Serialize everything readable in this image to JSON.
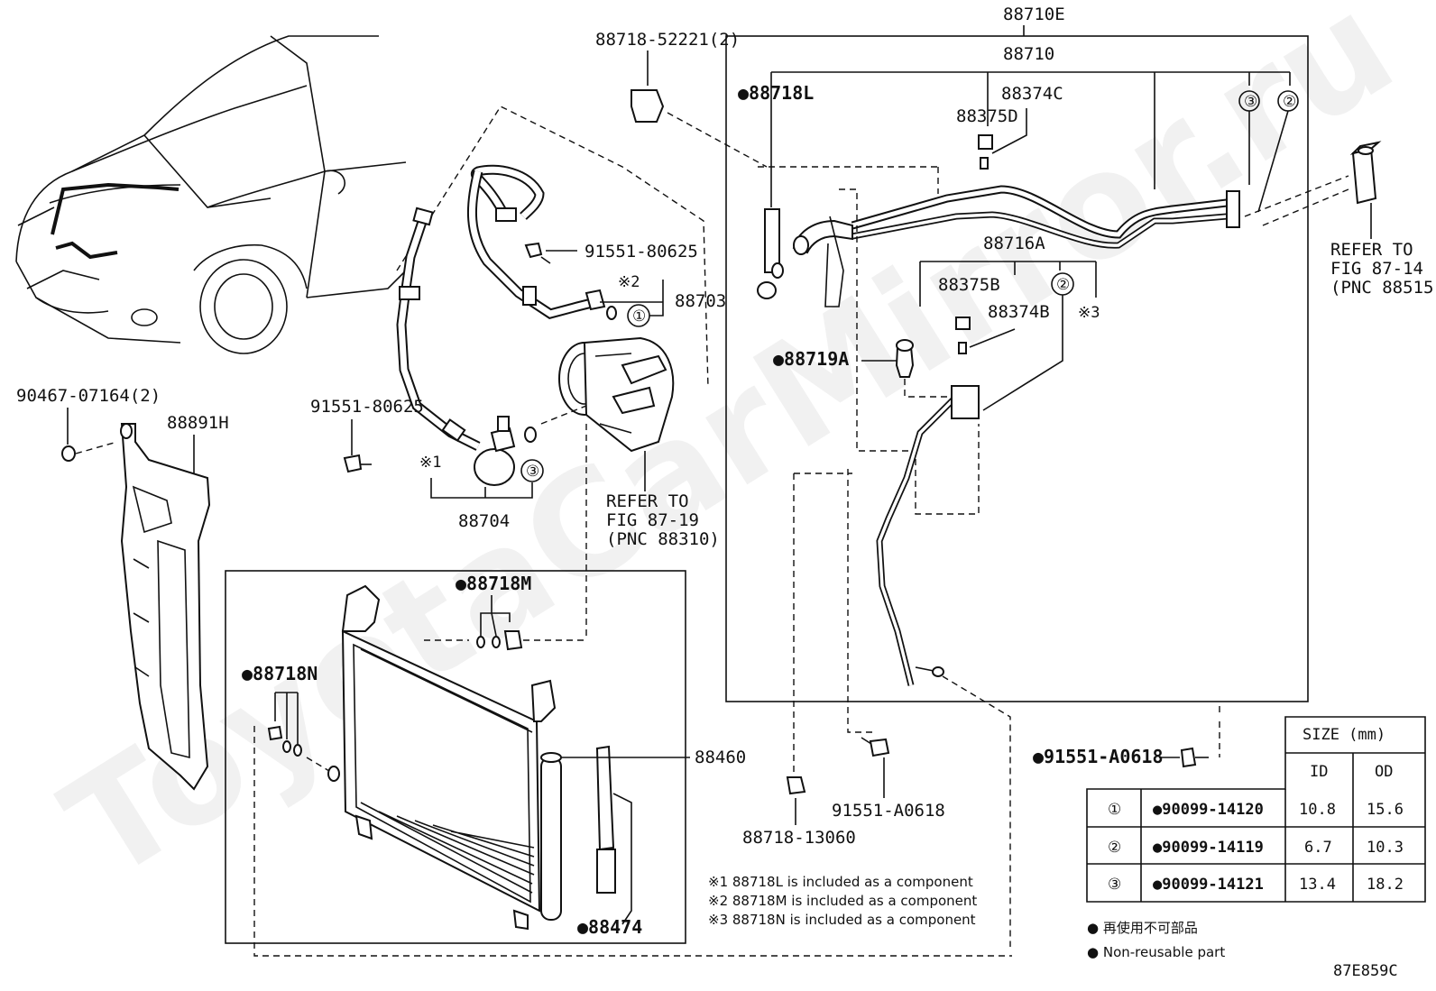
{
  "watermark": "ToyotaCarMirror.ru",
  "diagram_code": "87E859C",
  "parts": {
    "p88710E": "88710E",
    "p88710": "88710",
    "p88718_52221": "88718-52221(2)",
    "p88718L": "●88718L",
    "p88374C": "88374C",
    "p88375D": "88375D",
    "p91551_80625_a": "91551-80625",
    "p88703": "88703",
    "p88716A": "88716A",
    "p88375B": "88375B",
    "p88374B": "88374B",
    "p88719A": "●88719A",
    "p90467_07164": "90467-07164(2)",
    "p88891H": "88891H",
    "p91551_80625_b": "91551-80625",
    "p88704": "88704",
    "p88718M": "●88718M",
    "p88718N": "●88718N",
    "p88460": "88460",
    "p88474": "●88474",
    "p88718_13060": "88718-13060",
    "p91551_A0618_a": "91551-A0618",
    "p91551_A0618_b": "●91551-A0618"
  },
  "refs": {
    "fig87_19": [
      "REFER TO",
      "FIG 87-19",
      "(PNC 88310)"
    ],
    "fig87_14": [
      "REFER TO",
      "FIG 87-14",
      "(PNC 88515)"
    ]
  },
  "callouts": {
    "c1": "①",
    "c2": "②",
    "c3": "③",
    "k1": "※1",
    "k2": "※2",
    "k3": "※3"
  },
  "notes": [
    "※1 88718L is included as a component",
    "※2 88718M is included as a component",
    "※3 88718N is included as a component"
  ],
  "table": {
    "header_size": "SIZE (mm)",
    "header_id": "ID",
    "header_od": "OD",
    "rows": [
      {
        "ref": "①",
        "part": "●90099-14120",
        "id": "10.8",
        "od": "15.6"
      },
      {
        "ref": "②",
        "part": "●90099-14119",
        "id": "6.7",
        "od": "10.3"
      },
      {
        "ref": "③",
        "part": "●90099-14121",
        "id": "13.4",
        "od": "18.2"
      }
    ]
  },
  "legend": {
    "jp": "● 再使用不可部品",
    "en": "● Non-reusable part"
  }
}
